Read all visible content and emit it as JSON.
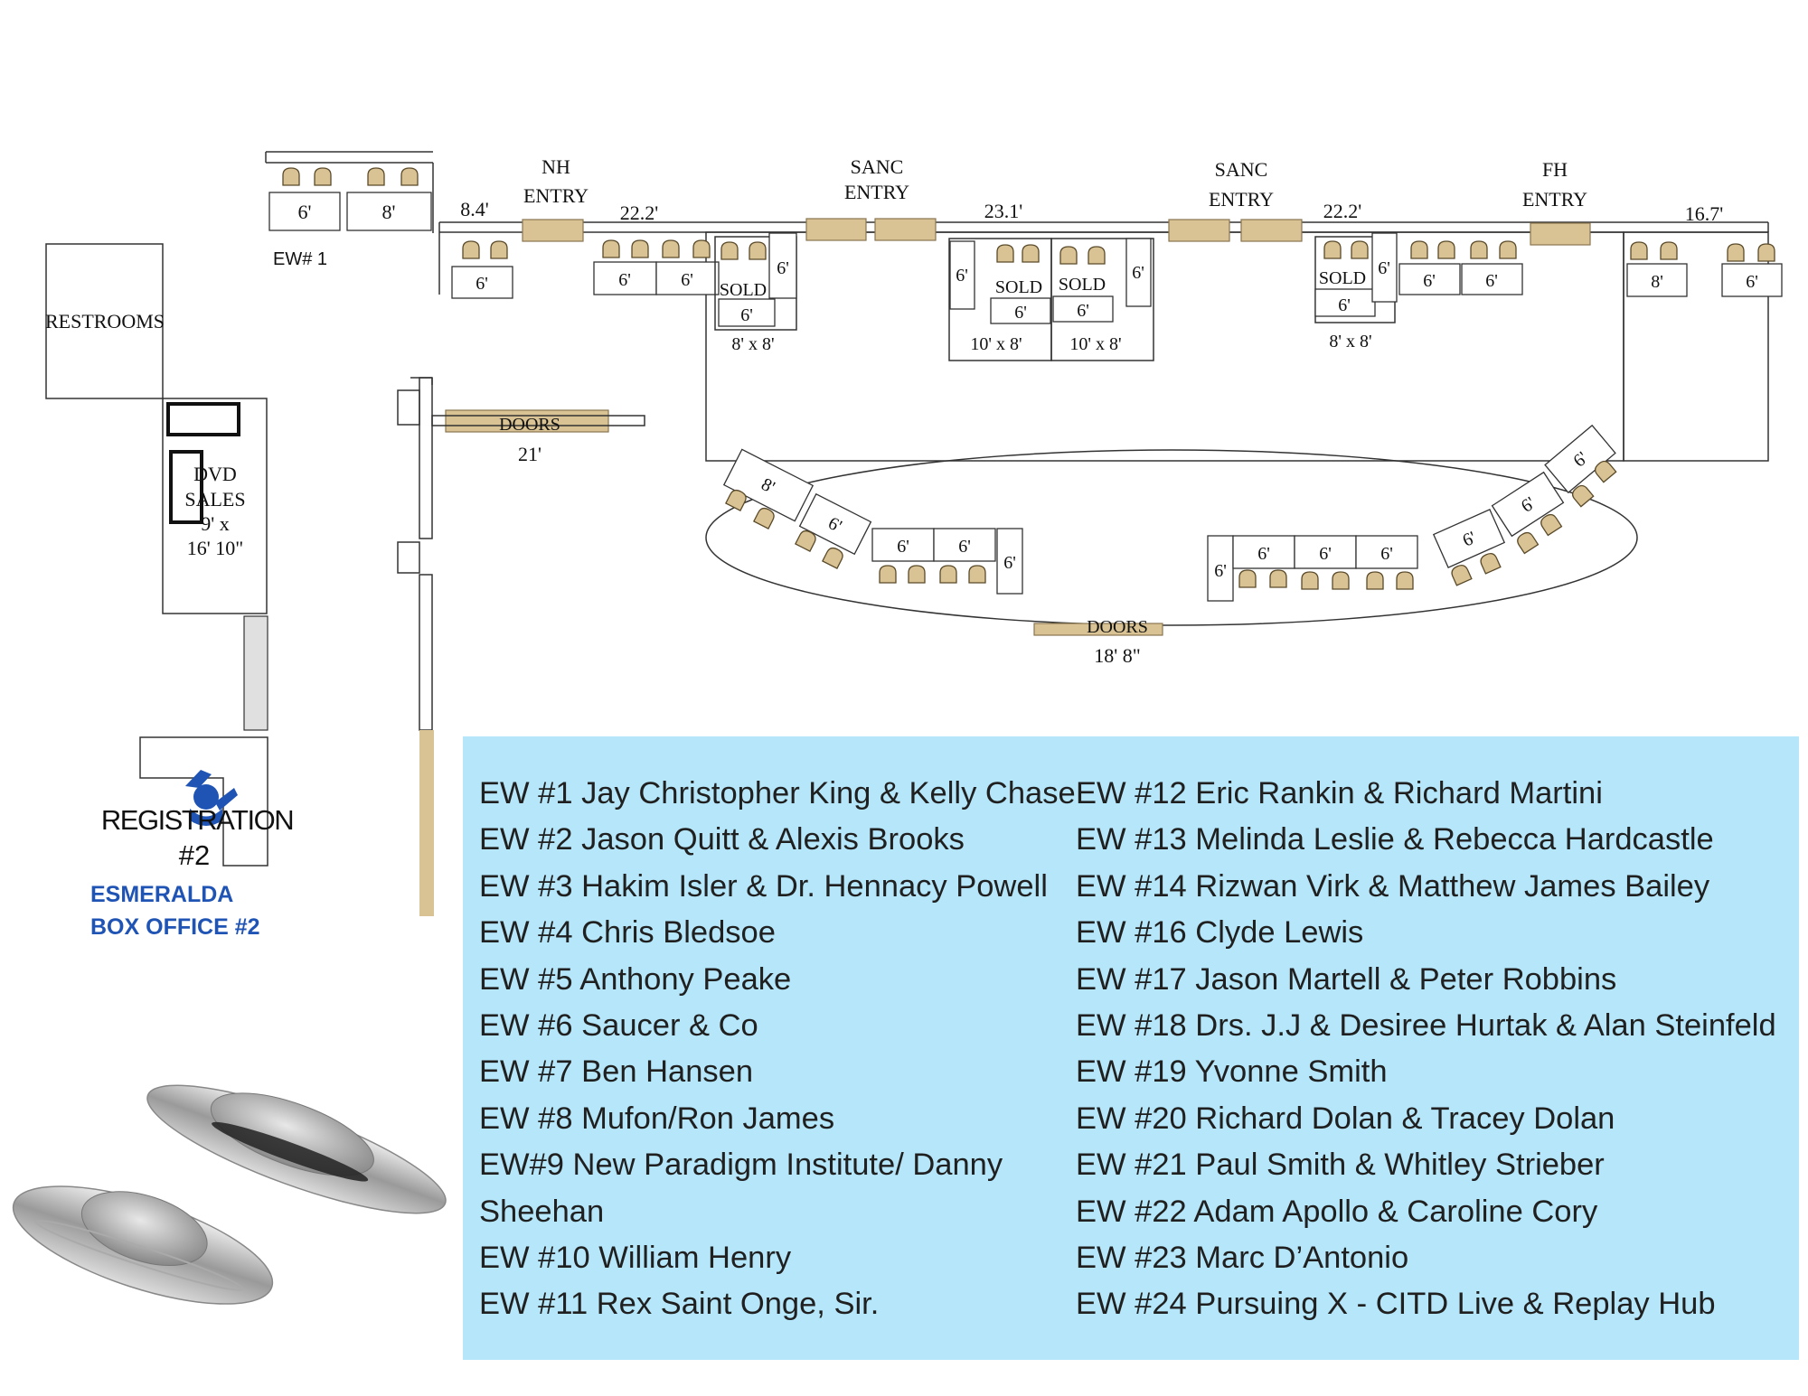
{
  "plan": {
    "entries": {
      "nh": [
        "NH",
        "ENTRY"
      ],
      "sanc_a": [
        "SANC",
        "ENTRY"
      ],
      "sanc_b": [
        "SANC",
        "ENTRY"
      ],
      "fh": [
        "FH",
        "ENTRY"
      ]
    },
    "dims": {
      "d1": "8.4'",
      "d2": "22.2'",
      "d3": "23.1'",
      "d4": "22.2'",
      "d5": "16.7'"
    },
    "restrooms": "RESTROOMS",
    "dvd_sales": [
      "DVD",
      "SALES",
      "9' x",
      "16' 10\""
    ],
    "ew1": "EW# 1",
    "doors_a": {
      "label": "DOORS",
      "size": "21'"
    },
    "doors_b": {
      "label": "DOORS",
      "size": "18' 8\""
    },
    "table_labels": {
      "six": "6'",
      "eight": "8'",
      "sold": "SOLD",
      "size_8x8": "8' x 8'",
      "size_10x8": "10' x 8'"
    },
    "registration": [
      "REGISTRATION",
      "#2"
    ]
  },
  "box_office": [
    "ESMERALDA",
    "BOX OFFICE #2"
  ],
  "legend": {
    "left": [
      "EW #1 Jay Christopher King & Kelly Chase",
      "EW #2 Jason Quitt & Alexis Brooks",
      "EW #3 Hakim Isler & Dr. Hennacy Powell",
      "EW #4 Chris Bledsoe",
      "EW #5 Anthony Peake",
      "EW #6 Saucer & Co",
      "EW #7 Ben Hansen",
      "EW #8 Mufon/Ron James",
      "EW#9 New Paradigm Institute/ Danny Sheehan",
      "EW #10 William Henry",
      "EW #11 Rex Saint Onge, Sir."
    ],
    "right": [
      "EW #12 Eric Rankin & Richard Martini",
      "EW #13 Melinda Leslie & Rebecca Hardcastle",
      "EW #14 Rizwan Virk & Matthew James Bailey",
      "EW #16 Clyde Lewis",
      "EW #17 Jason Martell & Peter Robbins",
      "EW #18 Drs. J.J & Desiree Hurtak & Alan Steinfeld",
      "EW #19 Yvonne Smith",
      "EW #20 Richard Dolan & Tracey Dolan",
      "EW #21 Paul Smith & Whitley Strieber",
      "EW #22 Adam Apollo & Caroline Cory",
      "EW #23 Marc D’Antonio",
      "EW #24 Pursuing X - CITD Live & Replay Hub"
    ]
  }
}
